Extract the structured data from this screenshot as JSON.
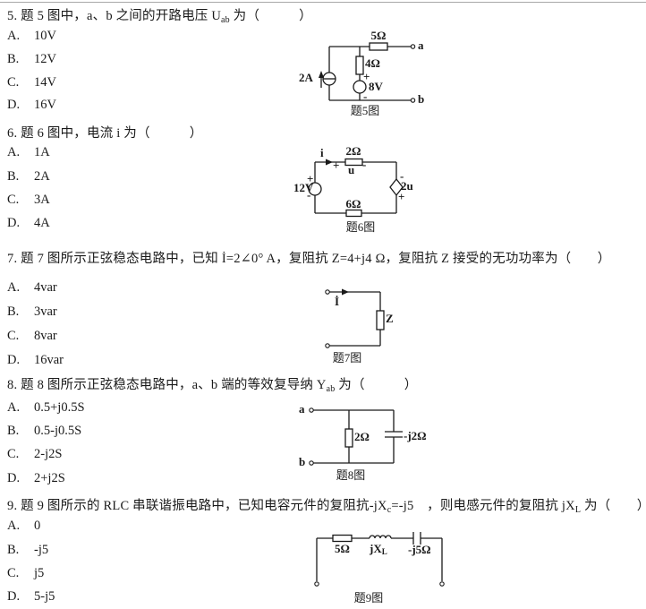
{
  "colors": {
    "ink": "#1a1a1a",
    "rule": "#a8a8a8",
    "background": "#ffffff"
  },
  "sym": {
    "plus": "+",
    "minus": "-"
  },
  "q5": {
    "t1": "5. 题 5 图中，a、b 之间的开路电压 U",
    "t_sub": "ab",
    "t2": " 为（　　　）",
    "options": [
      {
        "letter": "A.",
        "text": "10V"
      },
      {
        "letter": "B.",
        "text": "12V"
      },
      {
        "letter": "C.",
        "text": "14V"
      },
      {
        "letter": "D.",
        "text": "16V"
      }
    ],
    "circuit": {
      "caption": "题5图",
      "r_top": "5Ω",
      "r_mid": "4Ω",
      "v_src": "8V",
      "i_src": "2A",
      "term_a": "a",
      "term_b": "b"
    }
  },
  "q6": {
    "t1": "6. 题 6 图中，电流 i 为（　　　）",
    "options": [
      {
        "letter": "A.",
        "text": "1A"
      },
      {
        "letter": "B.",
        "text": "2A"
      },
      {
        "letter": "C.",
        "text": "3A"
      },
      {
        "letter": "D.",
        "text": "4A"
      }
    ],
    "circuit": {
      "caption": "题6图",
      "i": "i",
      "u": "u",
      "r_top": "2Ω",
      "r_bot": "6Ω",
      "v_src": "12V",
      "dep_src": "2u"
    }
  },
  "q7": {
    "t1": "7. 题 7 图所示正弦稳态电路中，已知 İ=2∠0° A，复阻抗 Z=4+j4 Ω，复阻抗 Z 接受的无功功率为（　　）",
    "options": [
      {
        "letter": "A.",
        "text": "4var"
      },
      {
        "letter": "B.",
        "text": "3var"
      },
      {
        "letter": "C.",
        "text": "8var"
      },
      {
        "letter": "D.",
        "text": "16var"
      }
    ],
    "circuit": {
      "caption": "题7图",
      "i": "İ",
      "z": "Z"
    }
  },
  "q8": {
    "t1": "8. 题 8 图所示正弦稳态电路中，a、b 端的等效复导纳 Y",
    "t_sub": "ab",
    "t2": " 为（　　　）",
    "options": [
      {
        "letter": "A.",
        "text": "0.5+j0.5S"
      },
      {
        "letter": "B.",
        "text": "0.5-j0.5S"
      },
      {
        "letter": "C.",
        "text": "2-j2S"
      },
      {
        "letter": "D.",
        "text": "2+j2S"
      }
    ],
    "circuit": {
      "caption": "题8图",
      "r": "2Ω",
      "c": "-j2Ω",
      "term_a": "a",
      "term_b": "b"
    }
  },
  "q9": {
    "t1": "9. 题 9 图所示的 RLC 串联谐振电路中，已知电容元件的复阻抗-jX",
    "s1": "c",
    "t2": "=-j5　，则电感元件的复阻抗 jX",
    "s2": "L",
    "t3": " 为（　　）",
    "options": [
      {
        "letter": "A.",
        "text": "0"
      },
      {
        "letter": "B.",
        "text": "-j5"
      },
      {
        "letter": "C.",
        "text": "j5"
      },
      {
        "letter": "D.",
        "text": "5-j5"
      }
    ],
    "circuit": {
      "caption": "题9图",
      "r": "5Ω",
      "l1": "jX",
      "l_sub": "L",
      "c": "-j5Ω"
    }
  }
}
